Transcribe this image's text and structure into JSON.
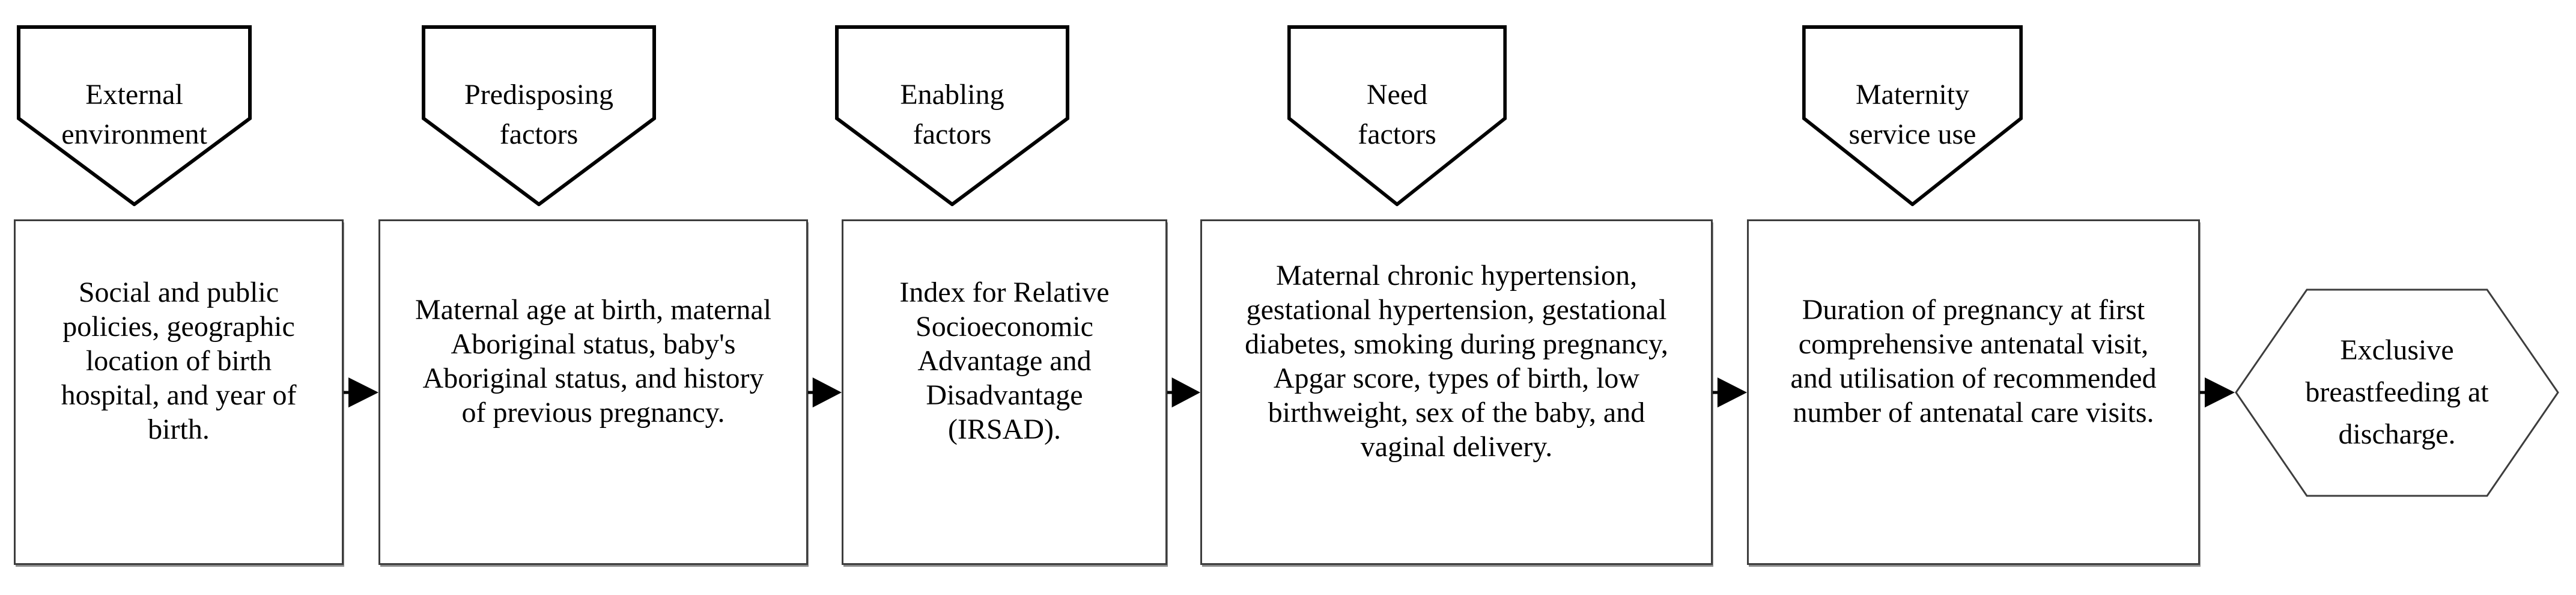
{
  "banners": [
    {
      "id": "external-environment",
      "lines": [
        "External",
        "environment"
      ]
    },
    {
      "id": "predisposing-factors",
      "lines": [
        "Predisposing",
        "factors"
      ]
    },
    {
      "id": "enabling-factors",
      "lines": [
        "Enabling",
        "factors"
      ]
    },
    {
      "id": "need-factors",
      "lines": [
        "Need",
        "factors"
      ]
    },
    {
      "id": "maternity-service-use",
      "lines": [
        "Maternity",
        "service use"
      ]
    }
  ],
  "boxes": [
    {
      "id": "external-environment-variables",
      "text": "Social and public policies, geographic location of birth hospital, and year of birth."
    },
    {
      "id": "predisposing-variables",
      "text": "Maternal age at birth, maternal Aboriginal status, baby's Aboriginal status, and history of previous pregnancy."
    },
    {
      "id": "enabling-variables",
      "text": "Index for Relative Socioeconomic Advantage and Disadvantage (IRSAD)."
    },
    {
      "id": "need-variables",
      "text": "Maternal chronic hypertension, gestational hypertension, gestational diabetes, smoking during pregnancy, Apgar score, types of birth, low birthweight, sex of the baby, and vaginal delivery."
    },
    {
      "id": "maternity-service-variables",
      "text": "Duration of pregnancy at first comprehensive antenatal visit, and utilisation of recommended number of antenatal care visits."
    }
  ],
  "outcome": {
    "text": "Exclusive breastfeeding at discharge."
  },
  "icons": {
    "connector": "arrow-right-icon"
  },
  "colors": {
    "background": "#ffffff",
    "banner_outline": "#000000",
    "box_outline": "#3d3d3d",
    "box_shadow": "#8d8d8d",
    "arrow": "#000000",
    "text": "#000000"
  }
}
